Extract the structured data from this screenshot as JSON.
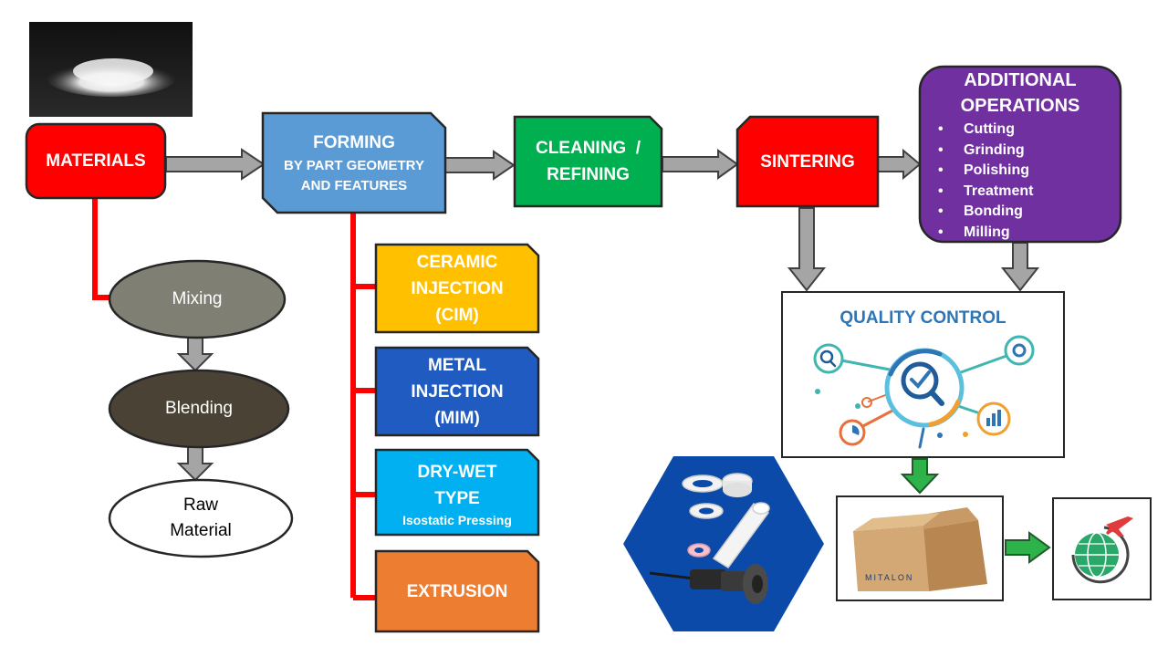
{
  "materials": {
    "label": "MATERIALS"
  },
  "forming": {
    "title": "FORMING",
    "subtitle_line1": "BY PART GEOMETRY",
    "subtitle_line2": "AND FEATURES"
  },
  "cleaning": {
    "line1": "CLEANING  /",
    "line2": "REFINING"
  },
  "sintering": {
    "label": "SINTERING"
  },
  "additional": {
    "title_line1": "ADDITIONAL",
    "title_line2": "OPERATIONS",
    "items": [
      "Cutting",
      "Grinding",
      "Polishing",
      "Treatment",
      "Bonding",
      "Milling"
    ]
  },
  "ovals": {
    "mixing": "Mixing",
    "blending": "Blending",
    "raw_line1": "Raw",
    "raw_line2": "Material"
  },
  "methods": {
    "ceramic": {
      "line1": "CERAMIC",
      "line2": "INJECTION",
      "line3": "(CIM)"
    },
    "metal": {
      "line1": "METAL",
      "line2": "INJECTION",
      "line3": "(MIM)"
    },
    "drywet": {
      "line1": "DRY-WET",
      "line2": "TYPE",
      "line3": "Isostatic Pressing"
    },
    "extrusion": {
      "label": "EXTRUSION"
    }
  },
  "quality_control": {
    "title": "QUALITY CONTROL"
  },
  "package": {
    "brand": "MITALON"
  },
  "colors": {
    "red": "#ff0000",
    "blue_box": "#5b9bd5",
    "green": "#00b050",
    "purple": "#7030a0",
    "yellow": "#ffc000",
    "dark_blue": "#1f5bc0",
    "light_blue": "#00b0f0",
    "orange": "#ed7d31",
    "gray_arrow": "#a5a5a5",
    "green_arrow": "#2db34a",
    "hexagon": "#0b4aa8"
  }
}
